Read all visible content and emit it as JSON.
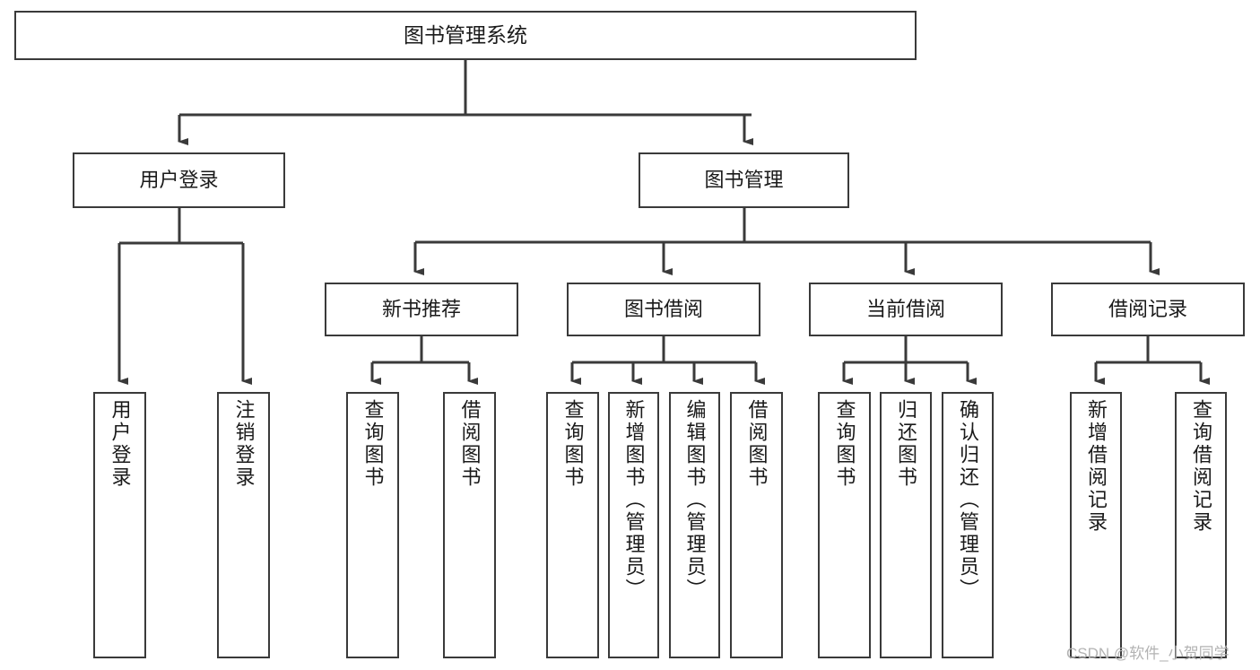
{
  "diagram": {
    "type": "tree-hierarchy-chart",
    "title": "图书管理系统",
    "orientation": "top-down",
    "box_fill": "#ffffff",
    "box_stroke": "#3a3a3a",
    "text_color": "#1a1a1a",
    "levels": {
      "root": {
        "label": "图书管理系统"
      },
      "level1": [
        {
          "id": "user-login",
          "label": "用户登录"
        },
        {
          "id": "book-management",
          "label": "图书管理"
        }
      ],
      "level2": [
        {
          "id": "new-book-recommend",
          "label": "新书推荐",
          "parent": "book-management"
        },
        {
          "id": "book-borrow",
          "label": "图书借阅",
          "parent": "book-management"
        },
        {
          "id": "current-borrow",
          "label": "当前借阅",
          "parent": "book-management"
        },
        {
          "id": "borrow-record",
          "label": "借阅记录",
          "parent": "book-management"
        }
      ],
      "leaves": [
        {
          "id": "leaf-user-login",
          "label": "用户登录",
          "parent": "user-login"
        },
        {
          "id": "leaf-logout",
          "label": "注销登录",
          "parent": "user-login"
        },
        {
          "id": "leaf-query-book-1",
          "label": "查询图书",
          "parent": "new-book-recommend"
        },
        {
          "id": "leaf-borrow-book-1",
          "label": "借阅图书",
          "parent": "new-book-recommend"
        },
        {
          "id": "leaf-query-book-2",
          "label": "查询图书",
          "parent": "book-borrow"
        },
        {
          "id": "leaf-add-book",
          "label": "新增图书（管理员）",
          "parent": "book-borrow"
        },
        {
          "id": "leaf-edit-book",
          "label": "编辑图书（管理员）",
          "parent": "book-borrow"
        },
        {
          "id": "leaf-borrow-book-2",
          "label": "借阅图书",
          "parent": "book-borrow"
        },
        {
          "id": "leaf-query-book-3",
          "label": "查询图书",
          "parent": "current-borrow"
        },
        {
          "id": "leaf-return-book",
          "label": "归还图书",
          "parent": "current-borrow"
        },
        {
          "id": "leaf-confirm-return",
          "label": "确认归还（管理员）",
          "parent": "current-borrow"
        },
        {
          "id": "leaf-add-record",
          "label": "新增借阅记录",
          "parent": "borrow-record"
        },
        {
          "id": "leaf-query-record",
          "label": "查询借阅记录",
          "parent": "borrow-record"
        }
      ]
    }
  },
  "watermark": {
    "text": "CSDN @软件_小贺同学"
  }
}
